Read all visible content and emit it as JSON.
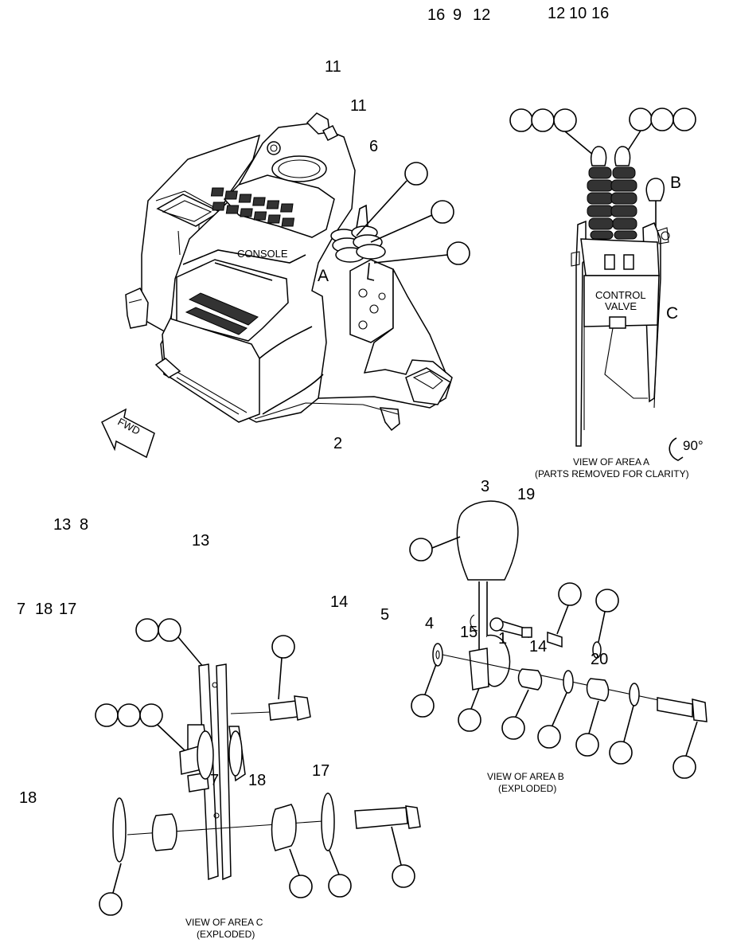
{
  "top_labels": {
    "g1": [
      "16",
      "9",
      "12"
    ],
    "g2": [
      "12",
      "10",
      "16"
    ],
    "n11a": "11",
    "n11b": "11",
    "n6": "6",
    "n2": "2"
  },
  "console": {
    "console_label": "CONSOLE",
    "area_a": "A",
    "fwd_label": "FWD"
  },
  "area_a": {
    "label_b": "B",
    "label_c": "C",
    "control_line1": "CONTROL",
    "control_line2": "VALVE",
    "rotation": "90°",
    "caption_line1": "VIEW OF AREA A",
    "caption_line2": "(PARTS REMOVED FOR CLARITY)"
  },
  "area_b": {
    "n3": "3",
    "n19": "19",
    "n4": "4",
    "n15": "15",
    "n14": "14",
    "n20": "20",
    "n1": "1",
    "caption_line1": "VIEW OF AREA B",
    "caption_line2": "(EXPLODED)"
  },
  "left_labels": {
    "n13a": "13",
    "n8": "8",
    "n13b": "13",
    "n7": "7",
    "n18": "18",
    "n17": "17",
    "n14": "14",
    "n5": "5"
  },
  "area_c": {
    "n18a": "18",
    "n18b": "18",
    "n17": "17",
    "n7": "7",
    "caption_line1": "VIEW OF AREA C",
    "caption_line2": "(EXPLODED)"
  }
}
